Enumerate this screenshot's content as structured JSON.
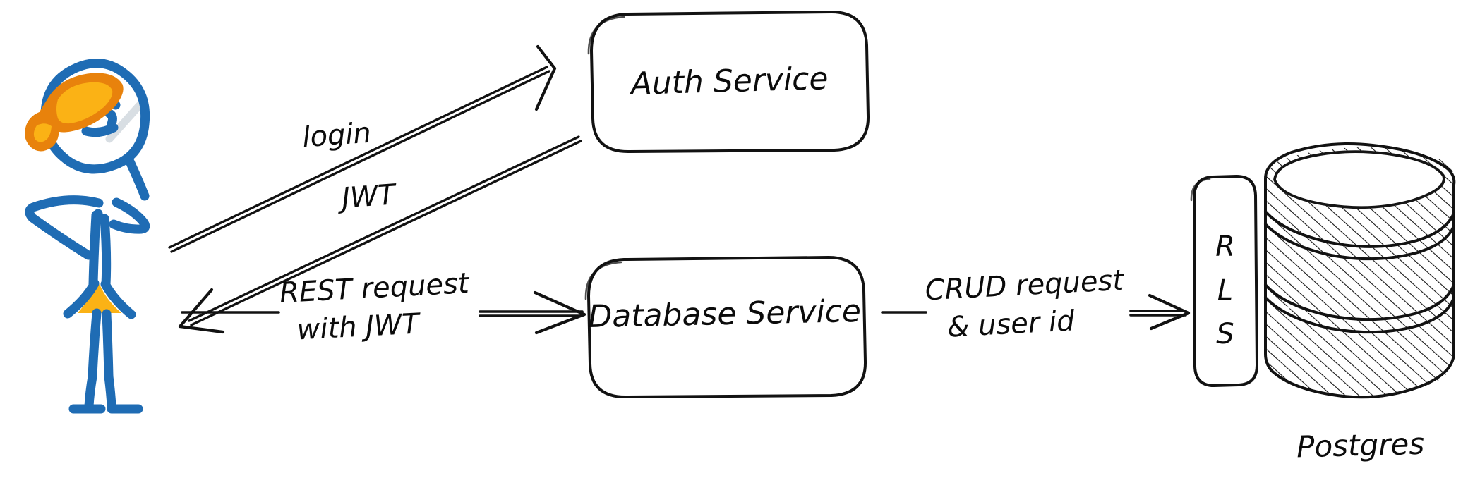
{
  "diagram": {
    "title": "Auth and database service flow with Postgres row level security",
    "background_color": "#ffffff",
    "ink_color": "#121212",
    "accent_blue": "#1f6cb4",
    "accent_orange": "#e8820c",
    "accent_yellow": "#fbb215",
    "glass_color": "#d8dee3"
  },
  "actor": {
    "name": "stick-figure-user",
    "description": "hand drawn stick person with orange hair bow and yellow skirt"
  },
  "nodes": [
    {
      "id": "auth-service",
      "label": "Auth Service",
      "shape": "rounded-rectangle"
    },
    {
      "id": "database-service",
      "label": "Database Service",
      "shape": "rounded-rectangle"
    },
    {
      "id": "rls",
      "label_letters": [
        "R",
        "L",
        "S"
      ],
      "label": "RLS",
      "shape": "rounded-rectangle-vertical"
    },
    {
      "id": "postgres",
      "label": "Postgres",
      "shape": "database-cylinder",
      "segments": 3
    }
  ],
  "edges": [
    {
      "id": "edge-login",
      "label": "login",
      "from": "stick-figure-user",
      "to": "auth-service",
      "direction": "forward"
    },
    {
      "id": "edge-jwt",
      "label": "JWT",
      "from": "auth-service",
      "to": "stick-figure-user",
      "direction": "forward"
    },
    {
      "id": "edge-rest",
      "label_line1": "REST request",
      "label_line2": "with JWT",
      "from": "stick-figure-user",
      "to": "database-service",
      "direction": "forward"
    },
    {
      "id": "edge-crud",
      "label_line1": "CRUD request",
      "label_line2": "& user id",
      "from": "database-service",
      "to": "rls",
      "direction": "forward"
    }
  ],
  "labels": {
    "login": "login",
    "jwt": "JWT",
    "rest_line1": "REST request",
    "rest_line2": "with JWT",
    "crud_line1": "CRUD request",
    "crud_line2": "& user id",
    "auth_service": "Auth Service",
    "database_service": "Database Service",
    "rls_r": "R",
    "rls_l": "L",
    "rls_s": "S",
    "postgres": "Postgres"
  }
}
